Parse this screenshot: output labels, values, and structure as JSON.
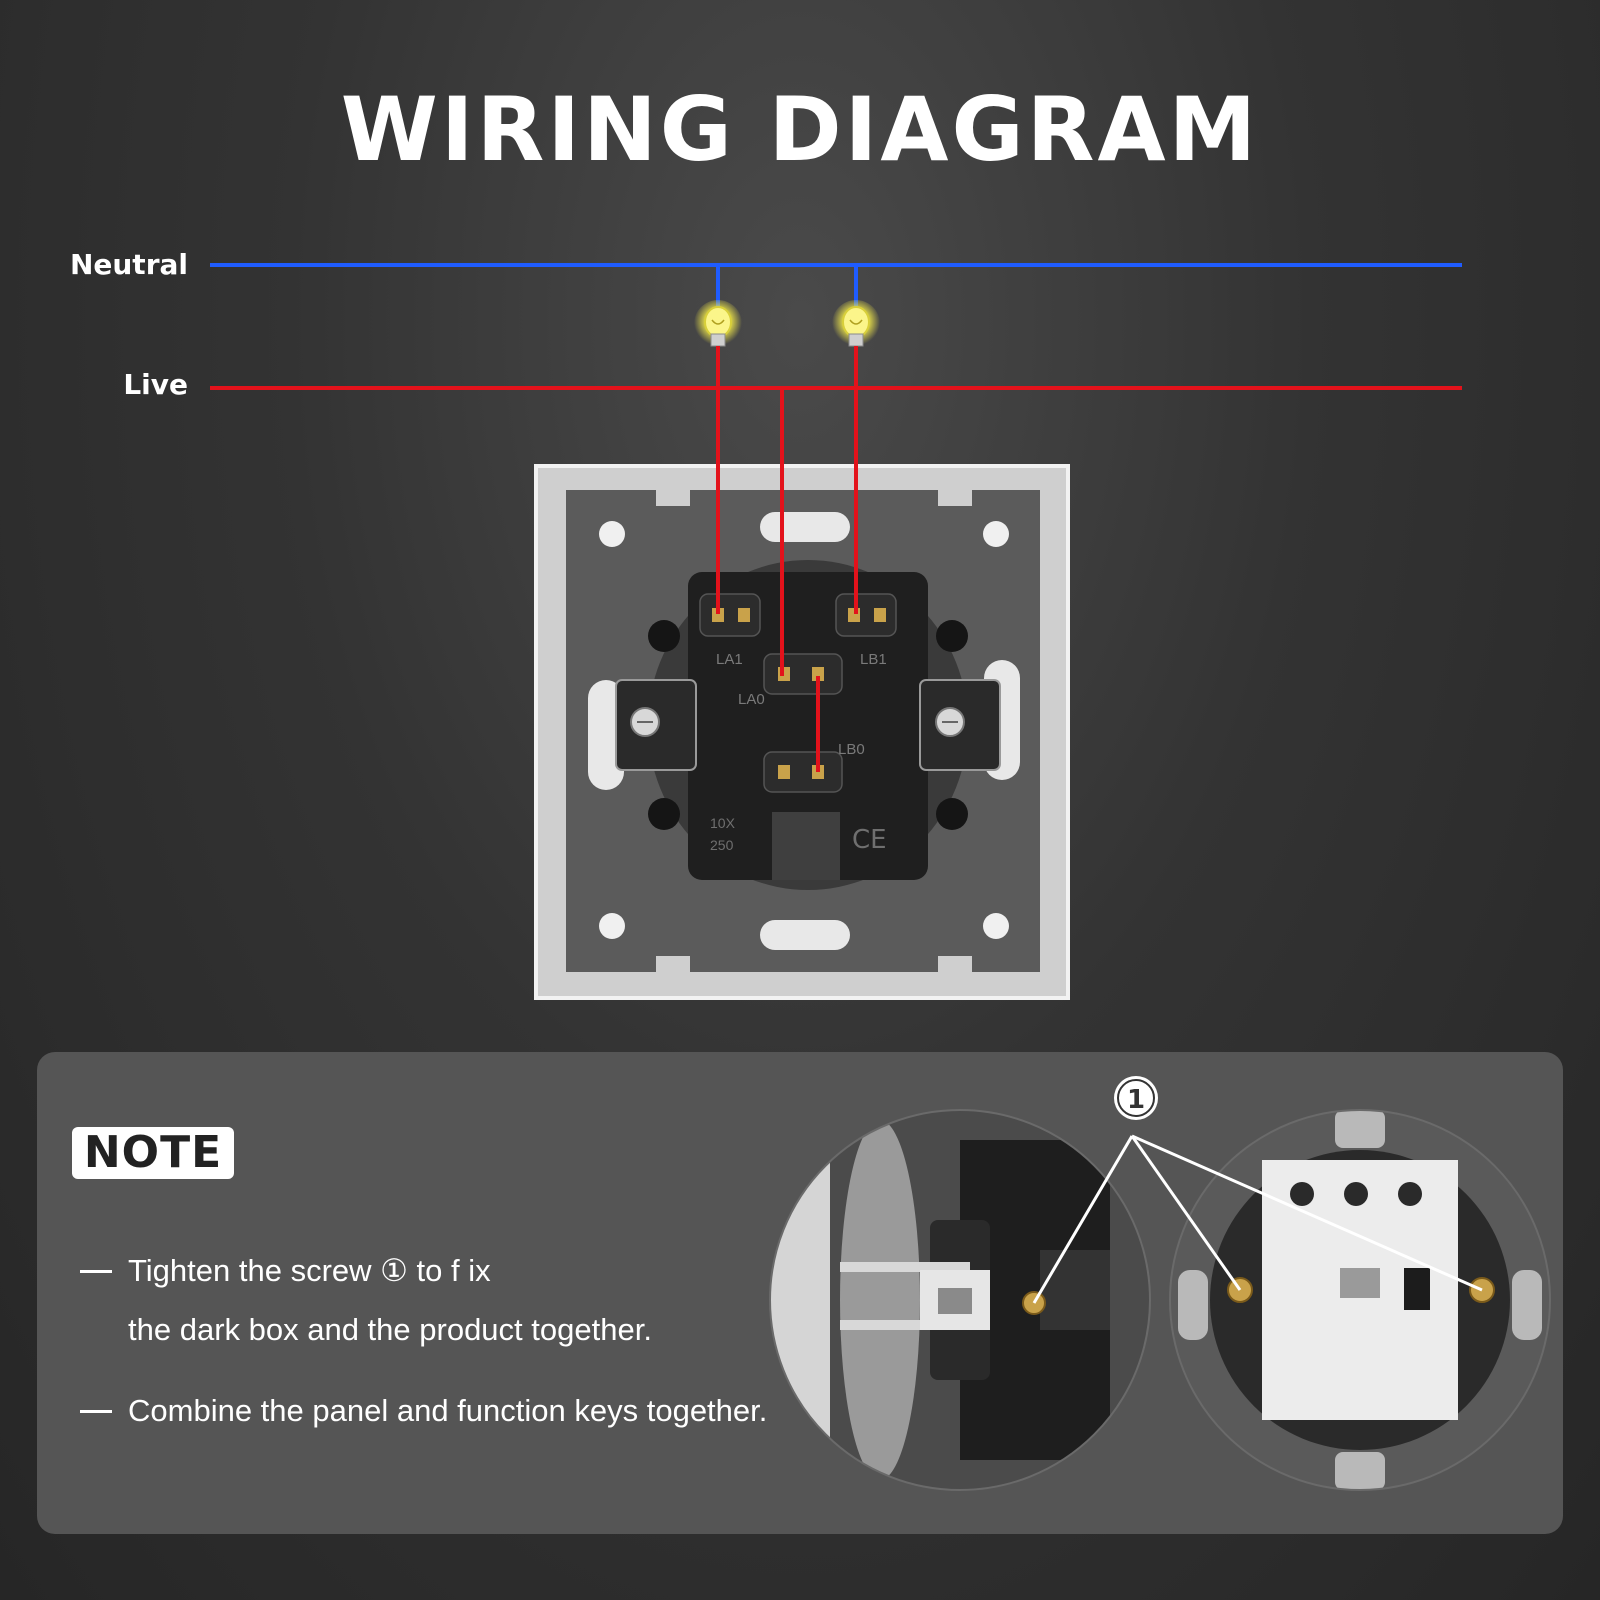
{
  "title": "WIRING DIAGRAM",
  "lines": {
    "neutral_label": "Neutral",
    "live_label": "Live",
    "neutral_color": "#1f5cff",
    "live_color": "#e3121b"
  },
  "terminals": {
    "la1": "LA1",
    "lb1": "LB1",
    "la0": "LA0",
    "lb0": "LB0",
    "rating_current": "10X",
    "rating_voltage": "250",
    "ce_mark": "CE"
  },
  "note": {
    "badge": "NOTE",
    "item1_line1": "Tighten the screw ① to f ix",
    "item1_line2": "the dark box and the product together.",
    "item2": "Combine the panel and function keys together.",
    "callout_marker": "①"
  },
  "icons": [
    "light-bulb-icon",
    "screw-icon"
  ]
}
